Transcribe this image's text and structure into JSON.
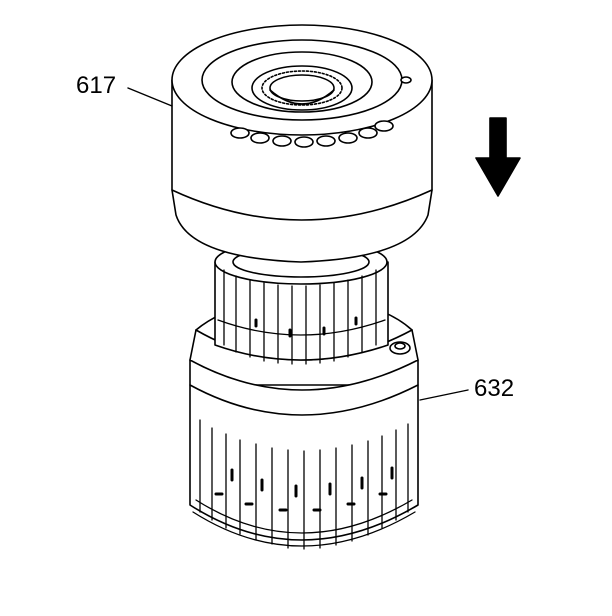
{
  "callouts": {
    "part_617": "617",
    "part_632": "632"
  },
  "arrow": {
    "direction": "down"
  },
  "colors": {
    "line": "#000000",
    "fill": "#ffffff"
  }
}
